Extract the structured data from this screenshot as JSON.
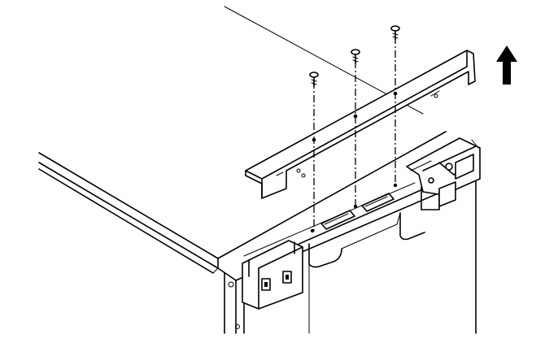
{
  "diagram": {
    "parts": [
      {
        "id": "cabinet-body",
        "icon": "cabinet-outline"
      },
      {
        "id": "side-panel",
        "icon": "long-side-edge"
      },
      {
        "id": "top-bracket",
        "icon": "mounting-rail"
      },
      {
        "id": "screws",
        "icon": "screw-icon",
        "count": 3
      },
      {
        "id": "hinge-right",
        "icon": "hinge-icon"
      },
      {
        "id": "latch-left",
        "icon": "latch-icon"
      }
    ],
    "direction_arrow": {
      "icon": "arrow-up-icon",
      "meaning": "up"
    },
    "stroke_color": "#000000",
    "background_color": "#ffffff"
  }
}
